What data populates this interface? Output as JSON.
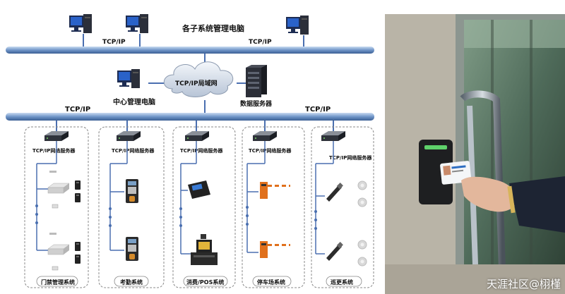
{
  "diagram": {
    "top_title": "各子系统管理电脑",
    "top_bus_labels": [
      "TCP/IP",
      "TCP/IP"
    ],
    "cloud_label": "TCP/IP局域网",
    "center_pc_label": "中心管理电脑",
    "db_server_label": "数据服务器",
    "bottom_bus_labels": [
      "TCP/IP",
      "TCP/IP"
    ],
    "subsystems": [
      {
        "server_label": "TCP/IP网络服务器",
        "name": "门禁管理系统"
      },
      {
        "server_label": "TCP/IP网络服务器",
        "name": "考勤系统"
      },
      {
        "server_label": "TCP/IP网络服务器",
        "name": "消费/POS系统"
      },
      {
        "server_label": "TCP/IP网络服务器",
        "name": "停车场系统"
      },
      {
        "server_label": "TCP/IP网络服务器",
        "name": "巡更系统"
      }
    ]
  },
  "photo": {
    "watermark": "天涯社区@栩槿"
  },
  "colors": {
    "bus_blue": "#6f95c8",
    "bus_edge": "#3b5f94",
    "line_blue": "#4a6fb0",
    "monitor_dark": "#1d2c52",
    "monitor_screen": "#2a62c9"
  }
}
